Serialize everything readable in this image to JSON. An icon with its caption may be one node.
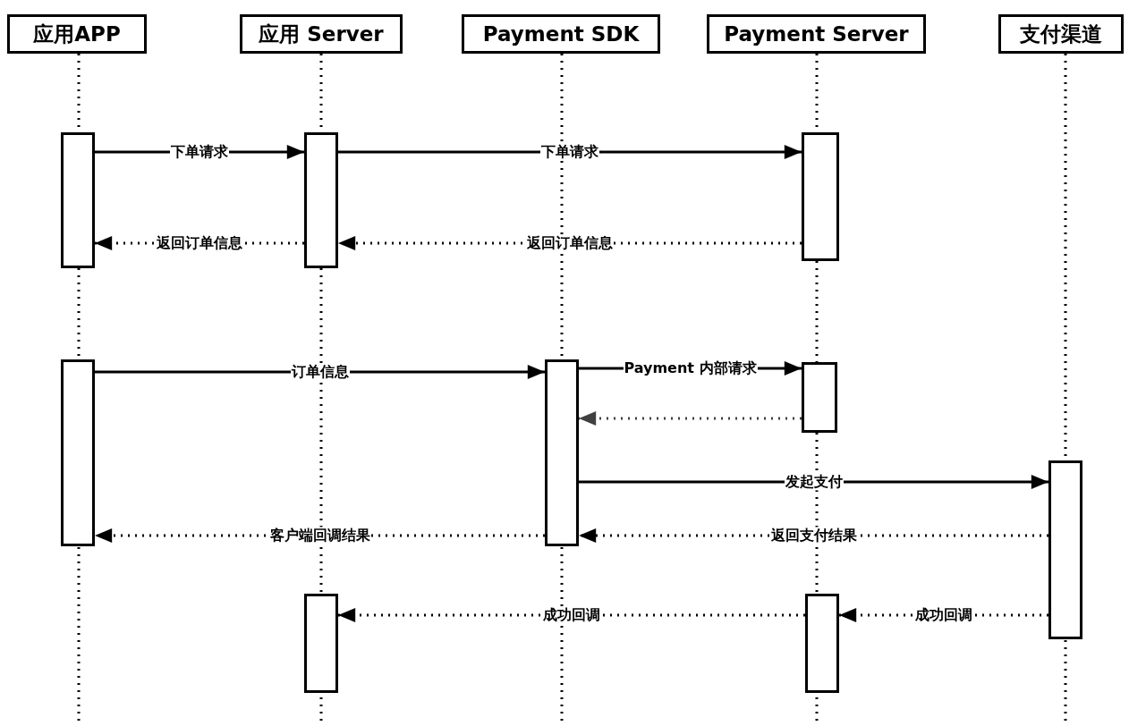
{
  "diagram": {
    "nodes": [
      {
        "text": [
          "应用APP"
        ]
      },
      {
        "text": [
          "应用 Server"
        ]
      },
      {
        "text": [
          "Payment SDK"
        ]
      },
      {
        "text": [
          "Payment Server"
        ]
      },
      {
        "text": [
          "支付渠道"
        ]
      },
      {
        "text": [],
        "shape": "bar"
      },
      {
        "text": [],
        "shape": "bar"
      },
      {
        "text": [],
        "shape": "bar"
      },
      {
        "text": [],
        "shape": "bar"
      },
      {
        "text": [],
        "shape": "bar"
      },
      {
        "text": [],
        "shape": "bar"
      },
      {
        "text": [],
        "shape": "bar"
      },
      {
        "text": [],
        "shape": "bar"
      },
      {
        "text": [],
        "shape": "bar"
      }
    ],
    "edges": [
      {
        "from": 5,
        "to": 6,
        "arrow": "to",
        "label": "下单请求"
      },
      {
        "from": 6,
        "to": 7,
        "arrow": "to",
        "label": "下单请求"
      },
      {
        "from": 7,
        "to": 6,
        "arrow": "to",
        "label": "返回订单信息",
        "style": "dashed"
      },
      {
        "from": 6,
        "to": 5,
        "arrow": "to",
        "label": "返回订单信息",
        "style": "dashed"
      },
      {
        "from": 8,
        "to": 9,
        "arrow": "to",
        "label": "订单信息"
      },
      {
        "from": 9,
        "to": 10,
        "arrow": "to",
        "label": "Payment 内部请求"
      },
      {
        "from": 10,
        "to": 9,
        "arrow": "to",
        "style": "dashed",
        "color": "#404040"
      },
      {
        "from": 9,
        "to": 11,
        "arrow": "to",
        "label": "发起支付"
      },
      {
        "from": 11,
        "to": 9,
        "arrow": "to",
        "label": "返回支付结果",
        "style": "dashed"
      },
      {
        "from": 9,
        "to": 8,
        "arrow": "to",
        "label": "客户端回调结果",
        "style": "dashed"
      },
      {
        "from": 11,
        "to": 13,
        "arrow": "to",
        "label": "成功回调",
        "style": "dashed"
      },
      {
        "from": 13,
        "to": 12,
        "arrow": "to",
        "label": "成功回调",
        "style": "dashed"
      }
    ]
  }
}
